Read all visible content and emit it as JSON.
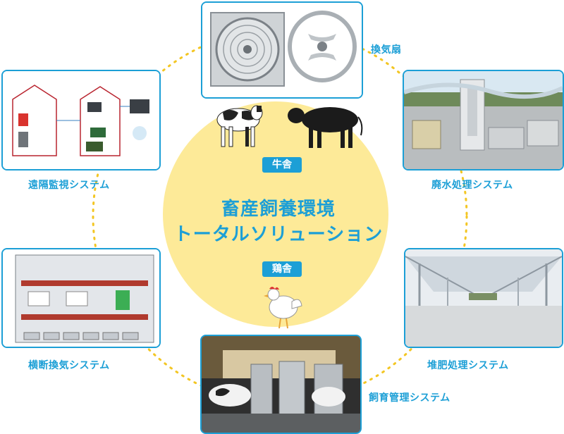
{
  "center": {
    "title_line1": "畜産飼養環境",
    "title_line2": "トータルソリューション",
    "badge_cattle": "牛舎",
    "badge_poultry": "鶏舎"
  },
  "systems": {
    "fan": {
      "label": "換気扇"
    },
    "wastewater": {
      "label": "廃水処理システム"
    },
    "compost": {
      "label": "堆肥処理システム"
    },
    "feeding": {
      "label": "飼育管理システム"
    },
    "cross_vent": {
      "label": "横断換気システム"
    },
    "remote": {
      "label": "遠隔監視システム"
    }
  },
  "colors": {
    "accent_blue": "#1c9fd6",
    "circle_yellow": "#fdea98",
    "dotted_ring": "#f3c623"
  }
}
